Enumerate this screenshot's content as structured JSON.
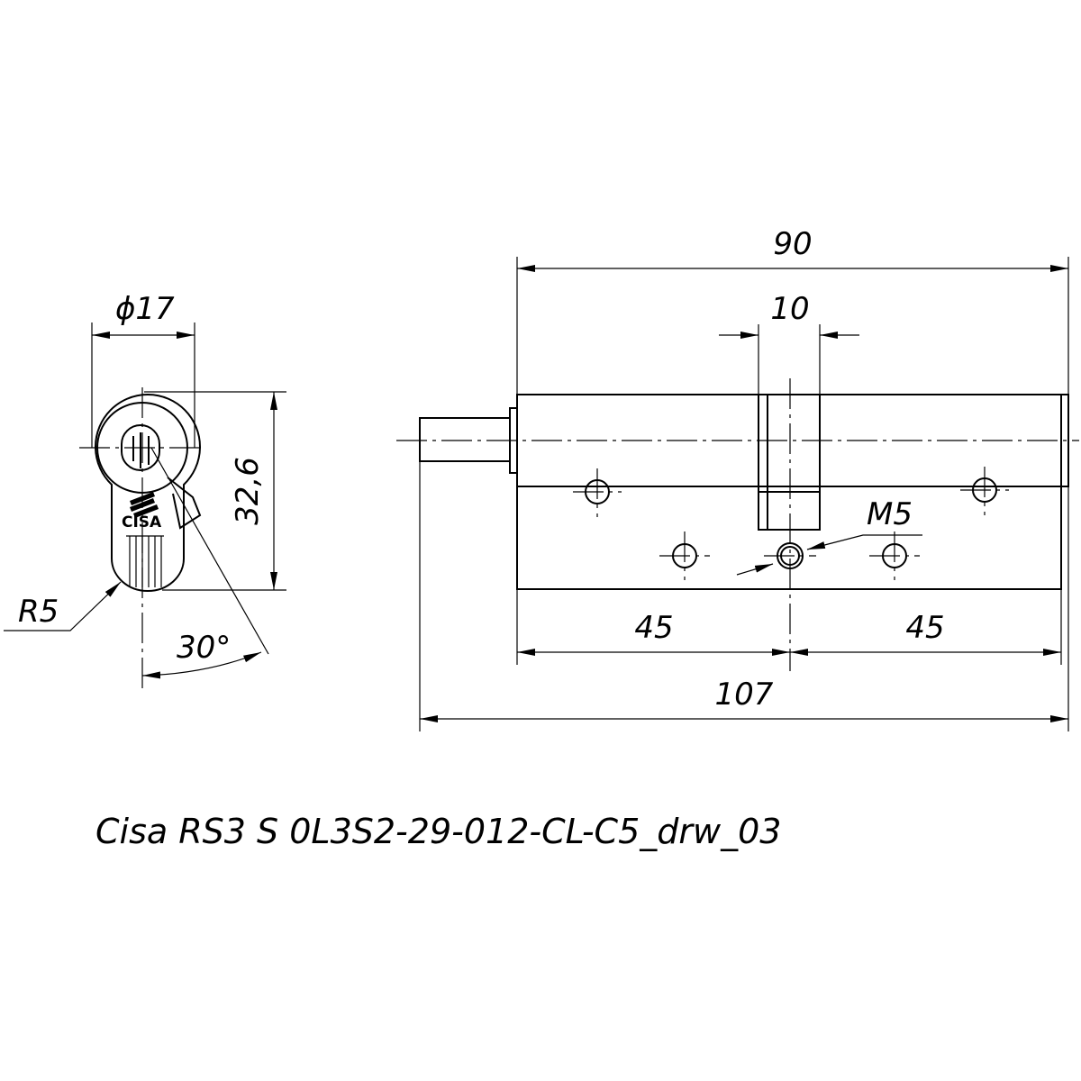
{
  "dimensions": {
    "diameter": "ϕ17",
    "height": "32,6",
    "radius": "R5",
    "angle": "30°",
    "overall_body": "90",
    "cam_width": "10",
    "thread": "M5",
    "half_left": "45",
    "half_right": "45",
    "total_length": "107"
  },
  "logo": {
    "brand": "CISA"
  },
  "caption": "Cisa RS3 S 0L3S2-29-012-CL-C5_drw_03"
}
